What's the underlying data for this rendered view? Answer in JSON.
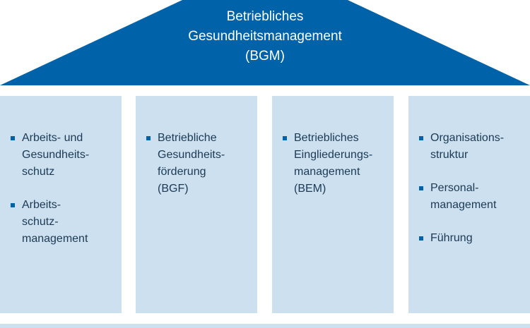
{
  "colors": {
    "roof": "#0062a8",
    "pillar": "#cce0f0",
    "bullet": "#0062a8",
    "text": "#1c3a54",
    "roof_text": "#ffffff"
  },
  "roof": {
    "title_lines": [
      "Betriebliches",
      "Gesundheitsmanagement",
      "(BGM)"
    ]
  },
  "pillars": [
    {
      "items": [
        {
          "lines": [
            "Arbeits- und",
            "Gesundheits-",
            "schutz"
          ]
        },
        {
          "lines": [
            "Arbeits-",
            "schutz-",
            "management"
          ]
        }
      ]
    },
    {
      "items": [
        {
          "lines": [
            "Betriebliche",
            "Gesundheits-",
            "förderung",
            "(BGF)"
          ]
        }
      ]
    },
    {
      "items": [
        {
          "lines": [
            "Betriebliches",
            "Eingliederungs-",
            "management",
            "(BEM)"
          ]
        }
      ]
    },
    {
      "items": [
        {
          "lines": [
            "Organisations-",
            "struktur"
          ]
        },
        {
          "lines": [
            "Personal-",
            "management"
          ]
        },
        {
          "lines": [
            "Führung"
          ]
        }
      ]
    }
  ]
}
